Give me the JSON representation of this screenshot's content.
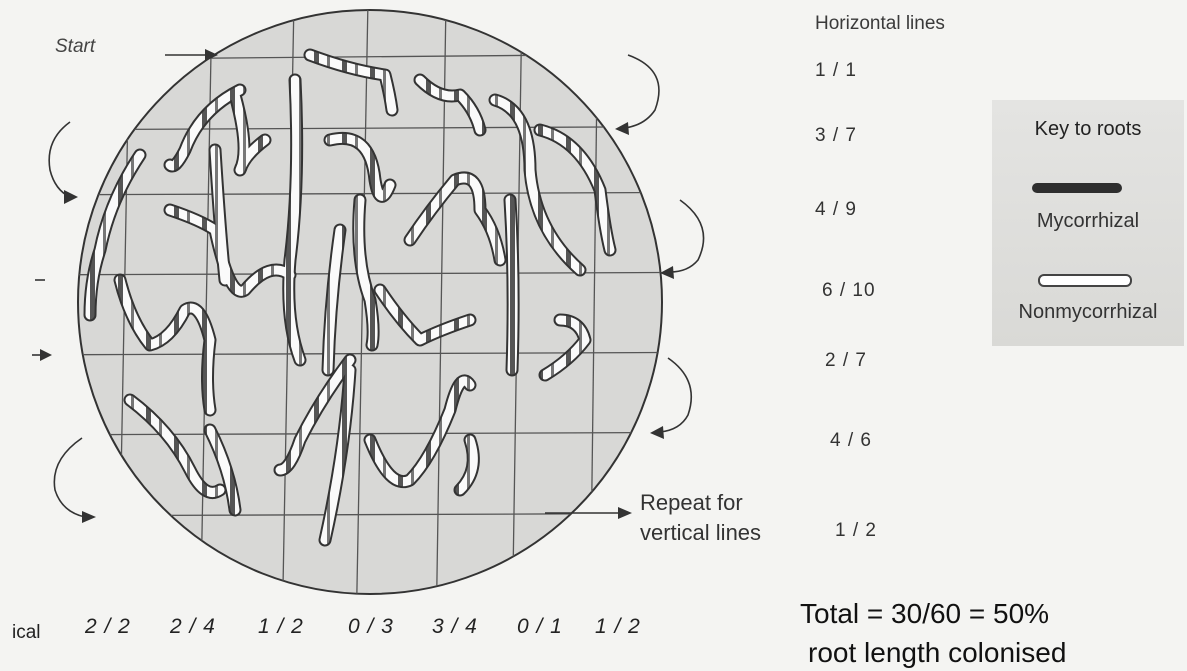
{
  "start_label": "Start",
  "horizontal": {
    "title": "Horizontal lines",
    "counts": [
      "1 / 1",
      "3 / 7",
      "4 / 9",
      "6 / 10",
      "2 / 7",
      "4 / 6",
      "1 / 2"
    ]
  },
  "vertical": {
    "label": "ical",
    "counts": [
      "2 / 2",
      "2 / 4",
      "1 / 2",
      "0 / 3",
      "3 / 4",
      "0 / 1",
      "1 / 2"
    ]
  },
  "repeat_note": [
    "Repeat for",
    "vertical lines"
  ],
  "key": {
    "title": "Key to roots",
    "mycorrhizal_label": "Mycorrhizal",
    "nonmycorrhizal_label": "Nonmycorrhizal",
    "mycorrhizal_color": "#2e2e2e",
    "nonmycorrhizal_color": "#ffffff"
  },
  "total": {
    "line1": "Total = 30/60  = 50%",
    "line2": "root length colonised"
  }
}
